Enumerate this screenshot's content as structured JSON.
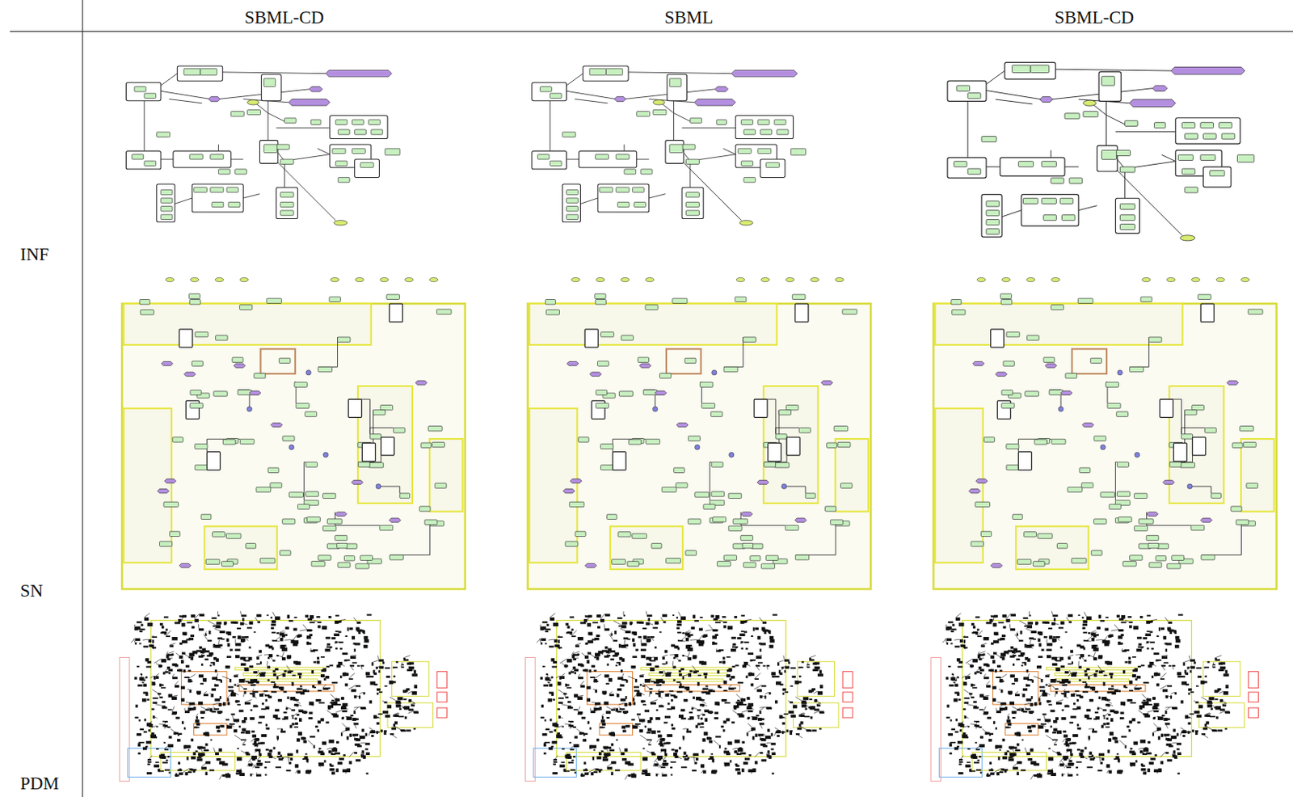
{
  "diagram": {
    "labels": [
      "SBML-CD",
      "SBML",
      "SBML-CD",
      "INF",
      "SN",
      "PDM"
    ]
  }
}
